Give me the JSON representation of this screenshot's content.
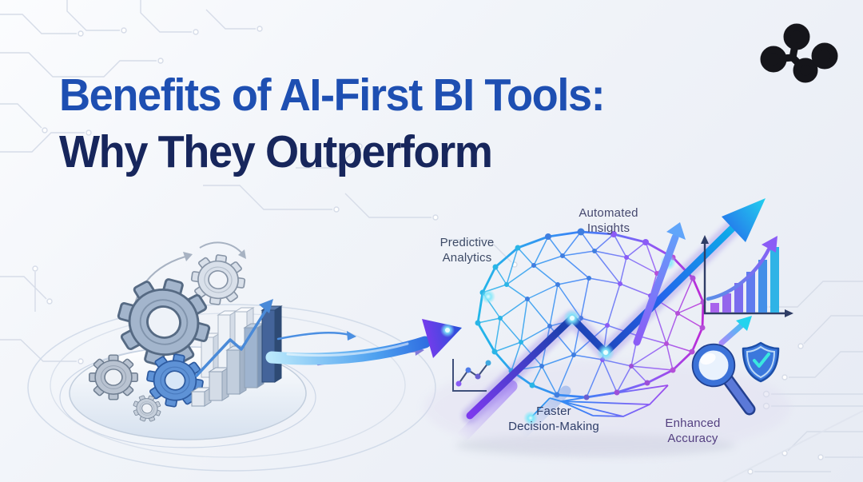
{
  "title": {
    "line1": "Benefits of AI-First BI Tools:",
    "line2": "Why They Outperform",
    "line1_color": "#1e4fb2",
    "line2_color": "#17265c"
  },
  "logo": {
    "name": "network-blob-logo",
    "color": "#15151a"
  },
  "annotations": {
    "predictive": {
      "line1": "Predictive",
      "line2": "Analytics",
      "color": "#3d4a66"
    },
    "automated": {
      "line1": "Automated",
      "line2": "Insights",
      "color": "#45486e"
    },
    "faster": {
      "line1": "Faster",
      "line2": "Decision-Making",
      "color": "#2f3e68"
    },
    "enhanced": {
      "line1": "Enhanced",
      "line2": "Accuracy",
      "color": "#533f80"
    }
  },
  "icons": {
    "left": "isometric-gears-and-bar-chart",
    "center": "growth-swoosh-arrow",
    "brain": "low-poly-brain-network",
    "trend": "zigzag-uptrend-arrow",
    "chart": "rising-bar-chart-with-arrow",
    "magnifier": "magnifying-glass-icon",
    "shield": "shield-check-icon",
    "mini_chart": "mini-line-chart-icon"
  },
  "palette": {
    "background_top": "#fbfcfe",
    "background_bottom": "#e7ebf4",
    "cyan": "#22d3ee",
    "blue": "#2563eb",
    "navy": "#1e40af",
    "purple": "#8b5cf6",
    "magenta": "#c026d3",
    "circuit_line": "#d6dce8"
  }
}
